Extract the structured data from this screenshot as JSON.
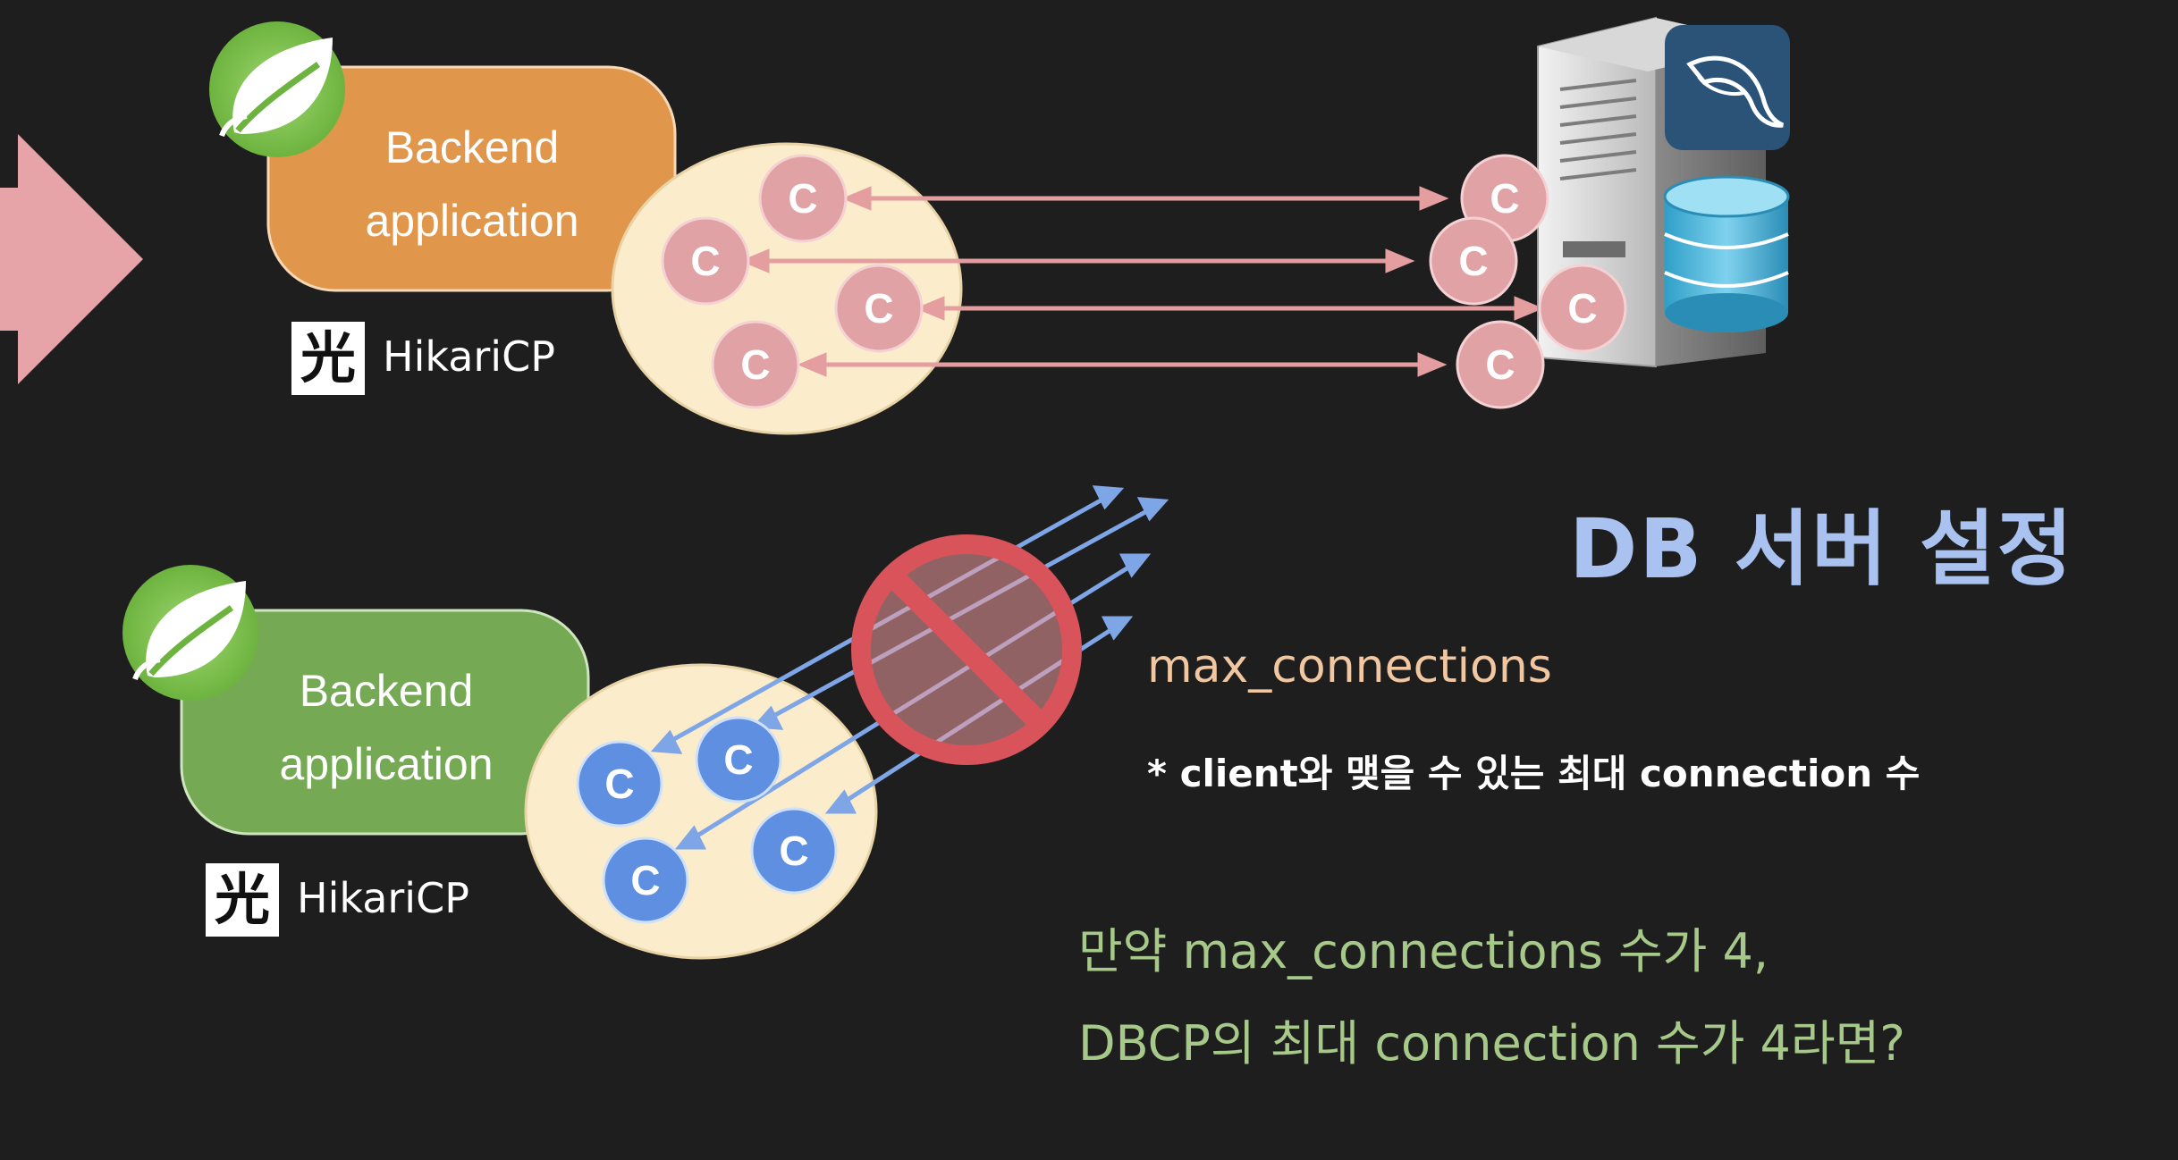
{
  "title": "DB 서버 설정",
  "setting_name": "max_connections",
  "setting_note": "* client와 맺을 수 있는 최대 connection 수",
  "question": {
    "line1": "만약 max_connections 수가 4,",
    "line2": "DBCP의 최대 connection 수가 4라면?"
  },
  "top_app": {
    "line1": "Backend",
    "line2": "application",
    "pool_label": "HikariCP",
    "pool_logo_char": "光"
  },
  "bottom_app": {
    "line1": "Backend",
    "line2": "application",
    "pool_label": "HikariCP",
    "pool_logo_char": "光"
  },
  "connection_label": "C",
  "colors": {
    "background": "#1f1e1f",
    "top_app_box": "#e0964b",
    "bottom_app_box": "#75a954",
    "pool_ellipse": "#fbeccc",
    "conn_pink": "#e1a2a5",
    "conn_blue": "#5e8fe0",
    "arrow_pink": "#e59ea0",
    "arrow_blue": "#7ea6e6",
    "forbidden": "#d9545a",
    "title": "#a9c2f0",
    "setting_name": "#f0c7a0",
    "question": "#a6c98a"
  },
  "icons": [
    "spring-leaf-icon",
    "hikaricp-logo-icon",
    "db-server-icon",
    "mysql-dolphin-icon",
    "database-cylinder-icon",
    "forbidden-icon"
  ]
}
